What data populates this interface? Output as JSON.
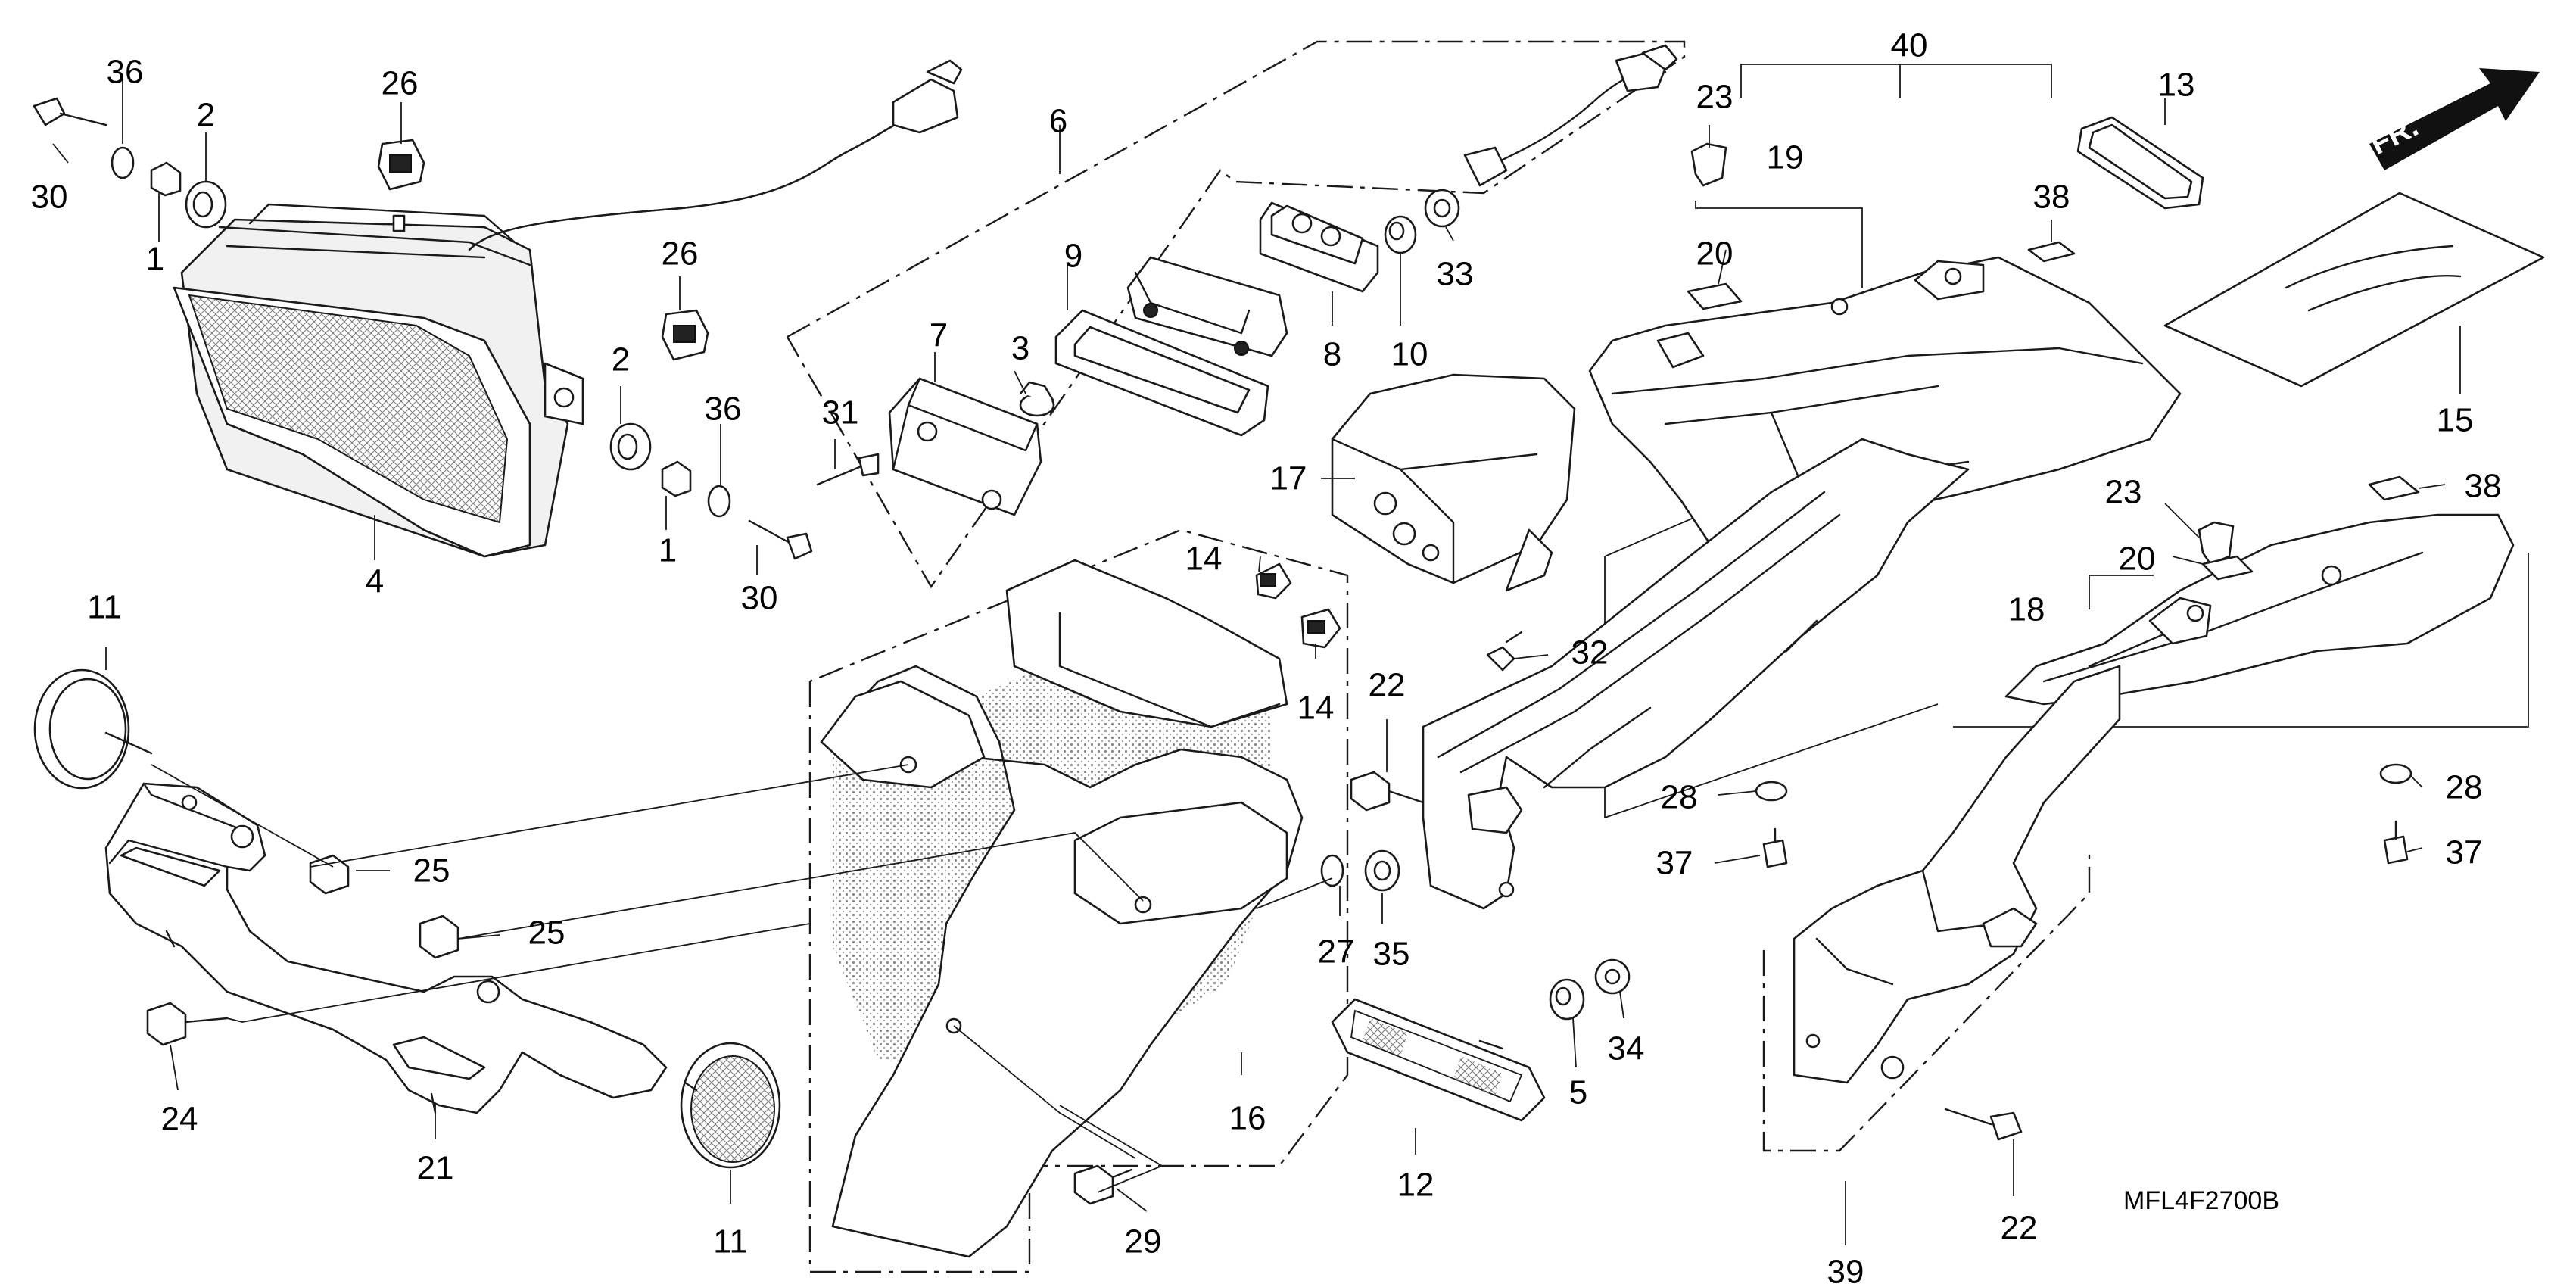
{
  "diagram_code": "MFL4F2700B",
  "front_marker": "FR.",
  "callouts": [
    {
      "id": "c30a",
      "text": "30"
    },
    {
      "id": "c36a",
      "text": "36"
    },
    {
      "id": "c2a",
      "text": "2"
    },
    {
      "id": "c1a",
      "text": "1"
    },
    {
      "id": "c26a",
      "text": "26"
    },
    {
      "id": "c26b",
      "text": "26"
    },
    {
      "id": "c4",
      "text": "4"
    },
    {
      "id": "c2b",
      "text": "2"
    },
    {
      "id": "c36b",
      "text": "36"
    },
    {
      "id": "c1b",
      "text": "1"
    },
    {
      "id": "c30b",
      "text": "30"
    },
    {
      "id": "c6",
      "text": "6"
    },
    {
      "id": "c9",
      "text": "9"
    },
    {
      "id": "c7",
      "text": "7"
    },
    {
      "id": "c3",
      "text": "3"
    },
    {
      "id": "c31",
      "text": "31"
    },
    {
      "id": "c8",
      "text": "8"
    },
    {
      "id": "c10",
      "text": "10"
    },
    {
      "id": "c33",
      "text": "33"
    },
    {
      "id": "c17",
      "text": "17"
    },
    {
      "id": "c14a",
      "text": "14"
    },
    {
      "id": "c14b",
      "text": "14"
    },
    {
      "id": "c32",
      "text": "32"
    },
    {
      "id": "c22a",
      "text": "22"
    },
    {
      "id": "c11a",
      "text": "11"
    },
    {
      "id": "c25a",
      "text": "25"
    },
    {
      "id": "c25b",
      "text": "25"
    },
    {
      "id": "c24",
      "text": "24"
    },
    {
      "id": "c21",
      "text": "21"
    },
    {
      "id": "c11b",
      "text": "11"
    },
    {
      "id": "c27",
      "text": "27"
    },
    {
      "id": "c35",
      "text": "35"
    },
    {
      "id": "c16",
      "text": "16"
    },
    {
      "id": "c29",
      "text": "29"
    },
    {
      "id": "c12",
      "text": "12"
    },
    {
      "id": "c5",
      "text": "5"
    },
    {
      "id": "c34",
      "text": "34"
    },
    {
      "id": "c23a",
      "text": "23"
    },
    {
      "id": "c19",
      "text": "19"
    },
    {
      "id": "c40",
      "text": "40"
    },
    {
      "id": "c20a",
      "text": "20"
    },
    {
      "id": "c38a",
      "text": "38"
    },
    {
      "id": "c13",
      "text": "13"
    },
    {
      "id": "c15",
      "text": "15"
    },
    {
      "id": "c23b",
      "text": "23"
    },
    {
      "id": "c38b",
      "text": "38"
    },
    {
      "id": "c20b",
      "text": "20"
    },
    {
      "id": "c18",
      "text": "18"
    },
    {
      "id": "c28a",
      "text": "28"
    },
    {
      "id": "c37a",
      "text": "37"
    },
    {
      "id": "c28b",
      "text": "28"
    },
    {
      "id": "c37b",
      "text": "37"
    },
    {
      "id": "c39",
      "text": "39"
    },
    {
      "id": "c22b",
      "text": "22"
    }
  ]
}
